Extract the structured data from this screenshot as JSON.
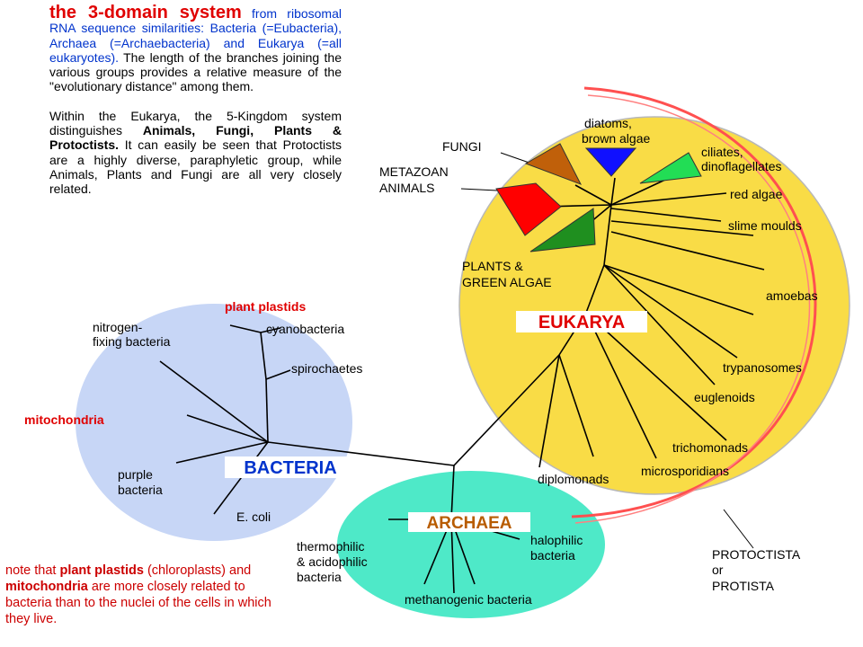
{
  "intro": {
    "title": "the 3-domain system",
    "from": " from",
    "blue": "ribosomal RNA sequence similarities: Bacteria (=Eubacteria), Archaea (=Archaebacteria) and Eukarya (=all eukaryotes).",
    "rest": " The length of the branches joining the various groups provides a relative measure of the \"evolutionary distance\" among them.",
    "p2a": "Within the Eukarya, the 5-Kingdom system distinguishes ",
    "p2b": "Animals, Fungi, Plants & Protoctists.",
    "p2c": " It can easily be seen that Protoctists are a highly diverse, paraphyletic group, while Animals, Plants and Fungi are all very closely related."
  },
  "domains": {
    "eukarya": "EUKARYA",
    "bacteria": "BACTERIA",
    "archaea": "ARCHAEA"
  },
  "eukarya_labels": {
    "fungi": "FUNGI",
    "metazoan1": "METAZOAN",
    "metazoan2": "ANIMALS",
    "diatoms1": "diatoms,",
    "diatoms2": "brown algae",
    "ciliates1": "ciliates,",
    "ciliates2": "dinoflagellates",
    "red_algae": "red algae",
    "slime": "slime moulds",
    "plants1": "PLANTS &",
    "plants2": "GREEN ALGAE",
    "amoebas": "amoebas",
    "trypanosomes": "trypanosomes",
    "euglenoids": "euglenoids",
    "trichomonads": "trichomonads",
    "microsporidians": "microsporidians",
    "diplomonads": "diplomonads"
  },
  "bacteria_labels": {
    "plant_plastids": "plant plastids",
    "nitrogen1": "nitrogen-",
    "nitrogen2": "fixing bacteria",
    "cyanobacteria": "cyanobacteria",
    "spirochaetes": "spirochaetes",
    "mitochondria": "mitochondria",
    "purple1": "purple",
    "purple2": "bacteria",
    "ecoli": "E. coli"
  },
  "archaea_labels": {
    "thermo1": "thermophilic",
    "thermo2": "& acidophilic",
    "thermo3": "bacteria",
    "halo1": "halophilic",
    "halo2": "bacteria",
    "methano": "methanogenic bacteria"
  },
  "protoctista": {
    "line1": "PROTOCTISTA",
    "line2": "or",
    "line3": "PROTISTA"
  },
  "note": {
    "a": "note that ",
    "b": "plant plastids",
    "c": " (chloroplasts) and ",
    "d": "mitochondria",
    "e": " are more closely related to bacteria than to the nuclei of the cells in which they live."
  },
  "colors": {
    "eukarya_fill": "#f9dc46",
    "bacteria_fill": "#c7d6f6",
    "archaea_fill": "#4ee9c8",
    "red_text": "#e00000",
    "fungi_wedge": "#c0600a",
    "animal_wedge": "#ff0000",
    "diatom_wedge": "#1010ff",
    "ciliate_wedge": "#22dd55",
    "plant_wedge": "#1f8f1f",
    "protoctista_arc": "#ff5050"
  }
}
